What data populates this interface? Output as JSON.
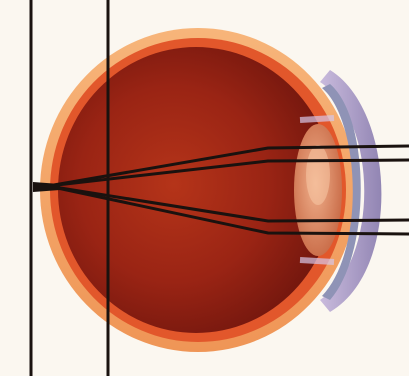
{
  "diagram": {
    "subject": "eye-cross-section-light-rays",
    "colors": {
      "background": "#fbf7f0",
      "sclera_outer": "#f4a766",
      "sclera_inner": "#ee8a4a",
      "choroid": "#e2572b",
      "vitreous_dark": "#7d1b12",
      "vitreous_mid": "#b02e18",
      "lens": "#d98560",
      "cornea": "#a99bc7",
      "iris": "#8f93b6",
      "lines": "#1a120f"
    },
    "parts": [
      "sclera",
      "choroid",
      "retina",
      "vitreous-body",
      "lens",
      "iris",
      "cornea",
      "optic-vertical-line-left",
      "optic-vertical-line-right",
      "light-ray-upper",
      "light-ray-lower",
      "focal-point"
    ]
  }
}
